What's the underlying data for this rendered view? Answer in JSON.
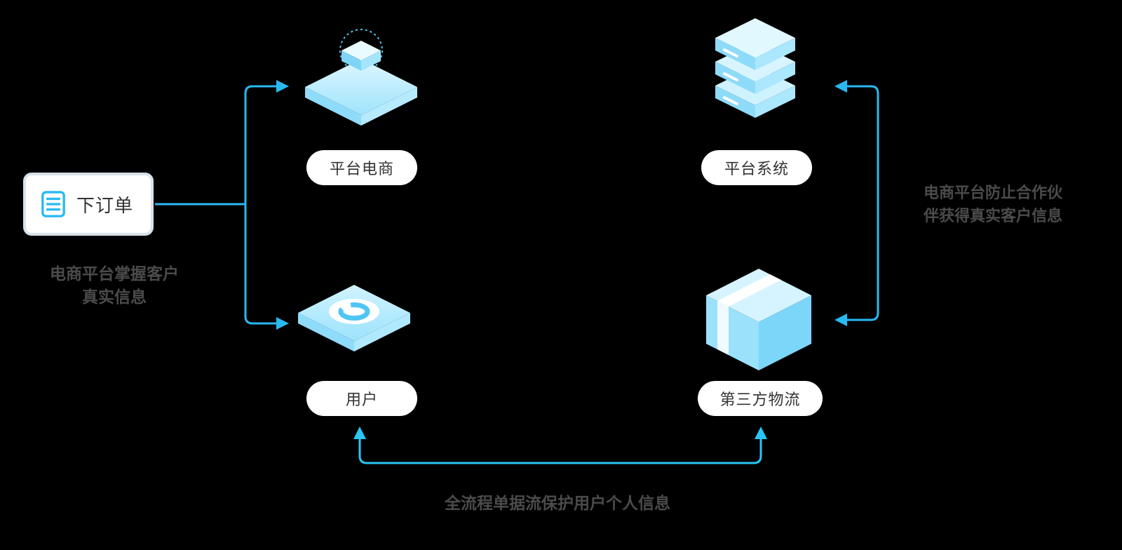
{
  "diagram": {
    "order_box": {
      "label": "下订单"
    },
    "notes": {
      "left": {
        "line1": "电商平台掌握客户",
        "line2": "真实信息"
      },
      "right": {
        "line1": "电商平台防止合作伙",
        "line2": "伴获得真实客户信息"
      },
      "bottom": "全流程单据流保护用户个人信息"
    },
    "nodes": {
      "platform_ecommerce": {
        "label": "平台电商",
        "icon": "isometric-platform-icon"
      },
      "platform_system": {
        "label": "平台系统",
        "icon": "server-stack-icon"
      },
      "user": {
        "label": "用户",
        "icon": "user-tile-icon"
      },
      "third_party_logistics": {
        "label": "第三方物流",
        "icon": "package-box-icon"
      }
    },
    "colors": {
      "background": "#000000",
      "accent_arrow": "#29b9f2",
      "icon_light": "#d4f3ff",
      "icon_mid": "#9be1fb",
      "icon_deep": "#6fd0f7",
      "pill_bg": "#ffffff",
      "pill_text": "#333333",
      "note_text": "#4b4b4b"
    }
  }
}
